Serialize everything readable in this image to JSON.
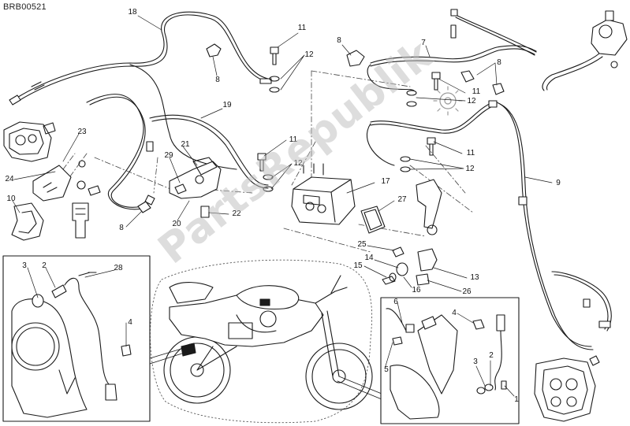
{
  "diagram_code": "BRB00521",
  "callouts": [
    {
      "id": "c18a",
      "text": "18"
    },
    {
      "id": "c11a",
      "text": "11"
    },
    {
      "id": "c12a",
      "text": "12"
    },
    {
      "id": "c8a",
      "text": "8"
    },
    {
      "id": "c19",
      "text": "19"
    },
    {
      "id": "c23",
      "text": "23"
    },
    {
      "id": "c24",
      "text": "24"
    },
    {
      "id": "c10",
      "text": "10"
    },
    {
      "id": "c21",
      "text": "21"
    },
    {
      "id": "c29",
      "text": "29"
    },
    {
      "id": "c20",
      "text": "20"
    },
    {
      "id": "c8b",
      "text": "8"
    },
    {
      "id": "c22",
      "text": "22"
    },
    {
      "id": "c11b",
      "text": "11"
    },
    {
      "id": "c12b",
      "text": "12"
    },
    {
      "id": "c17",
      "text": "17"
    },
    {
      "id": "c27",
      "text": "27"
    },
    {
      "id": "c8c",
      "text": "8"
    },
    {
      "id": "c7",
      "text": "7"
    },
    {
      "id": "c8d",
      "text": "8"
    },
    {
      "id": "c11c",
      "text": "11"
    },
    {
      "id": "c12c",
      "text": "12"
    },
    {
      "id": "c11d",
      "text": "11"
    },
    {
      "id": "c12d",
      "text": "12"
    },
    {
      "id": "c9",
      "text": "9"
    },
    {
      "id": "c25",
      "text": "25"
    },
    {
      "id": "c14",
      "text": "14"
    },
    {
      "id": "c15",
      "text": "15"
    },
    {
      "id": "c16",
      "text": "16"
    },
    {
      "id": "c13",
      "text": "13"
    },
    {
      "id": "c26",
      "text": "26"
    },
    {
      "id": "c3a",
      "text": "3"
    },
    {
      "id": "c2a",
      "text": "2"
    },
    {
      "id": "c28",
      "text": "28"
    },
    {
      "id": "c4a",
      "text": "4"
    },
    {
      "id": "c6",
      "text": "6"
    },
    {
      "id": "c4b",
      "text": "4"
    },
    {
      "id": "c5",
      "text": "5"
    },
    {
      "id": "c3b",
      "text": "3"
    },
    {
      "id": "c2b",
      "text": "2"
    },
    {
      "id": "c1",
      "text": "1"
    }
  ],
  "watermark": "PartsRepublik"
}
